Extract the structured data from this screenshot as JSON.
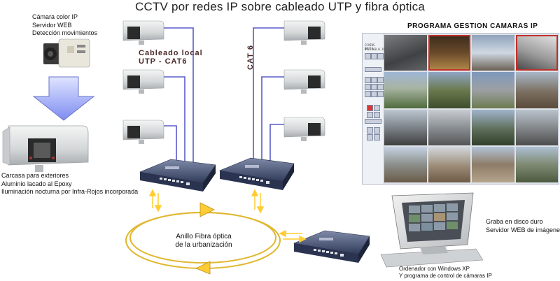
{
  "title": "CCTV por redes IP sobre cableado UTP y fibra óptica",
  "camera_notes": [
    "Cámara color IP",
    "Servidor WEB",
    "Detección movimientos"
  ],
  "housing_notes": [
    "Carcasa para exteriores",
    "Aluminio lacado al Epoxy",
    "Iluminación nocturna por Infra-Rojos incorporada"
  ],
  "cable_label": {
    "line1": "Cableado local",
    "line2": "UTP  -  CAT6"
  },
  "cat6_label": "CAT 6",
  "program_title": "PROGRAMA GESTION CAMARAS IP",
  "panel_side_text": [
    "CCVIDS 08/16",
    "192.168.0.16"
  ],
  "ring_label": [
    "Anillo Fibra óptica",
    "de la urbanización"
  ],
  "recorder_notes": [
    "Graba en disco duro",
    "Servidor WEB de imágenes"
  ],
  "computer_notes": [
    "Ordenador con Windows XP",
    "Y programa de control de cámaras IP"
  ],
  "colors": {
    "cable": "#5a5cc8",
    "fiber": "#e0b830",
    "arrow": "#ffcc33",
    "switch": "#3d4a6e",
    "housing": "#d7d9da"
  }
}
